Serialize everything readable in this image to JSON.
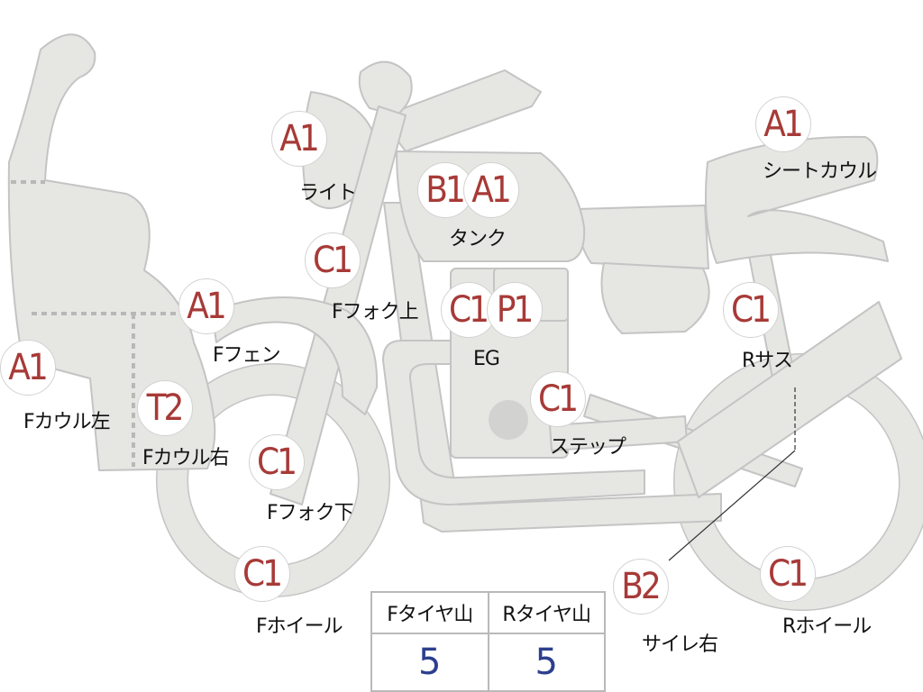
{
  "diagram": {
    "part_grades": [
      {
        "id": "light",
        "grades": [
          "A1"
        ],
        "label": "ライト"
      },
      {
        "id": "tank",
        "grades": [
          "B1",
          "A1"
        ],
        "label": "タンク"
      },
      {
        "id": "seat-cowl",
        "grades": [
          "A1"
        ],
        "label": "シートカウル"
      },
      {
        "id": "f-fork-upper",
        "grades": [
          "C1"
        ],
        "label": "Fフォク上"
      },
      {
        "id": "f-fender",
        "grades": [
          "A1"
        ],
        "label": "Fフェン"
      },
      {
        "id": "engine",
        "grades": [
          "C1",
          "P1"
        ],
        "label": "EG"
      },
      {
        "id": "r-suspension",
        "grades": [
          "C1"
        ],
        "label": "Rサス"
      },
      {
        "id": "f-cowl-left",
        "grades": [
          "A1"
        ],
        "label": "Fカウル左"
      },
      {
        "id": "f-cowl-right",
        "grades": [
          "T2"
        ],
        "label": "Fカウル右"
      },
      {
        "id": "step",
        "grades": [
          "C1"
        ],
        "label": "ステップ"
      },
      {
        "id": "f-fork-lower",
        "grades": [
          "C1"
        ],
        "label": "Fフォク下"
      },
      {
        "id": "f-wheel",
        "grades": [
          "C1"
        ],
        "label": "Fホイール"
      },
      {
        "id": "muffler-right",
        "grades": [
          "B2"
        ],
        "label": "サイレ右"
      },
      {
        "id": "r-wheel",
        "grades": [
          "C1"
        ],
        "label": "Rホイール"
      }
    ],
    "tire_table": {
      "headers": [
        "Fタイヤ山",
        "Rタイヤ山"
      ],
      "values": [
        "5",
        "5"
      ]
    },
    "colors": {
      "part_fill": "#e6e6e3",
      "part_stroke": "#c4c4c4",
      "grade_text": "#a73a37",
      "tire_value": "#2c3f8f"
    }
  }
}
